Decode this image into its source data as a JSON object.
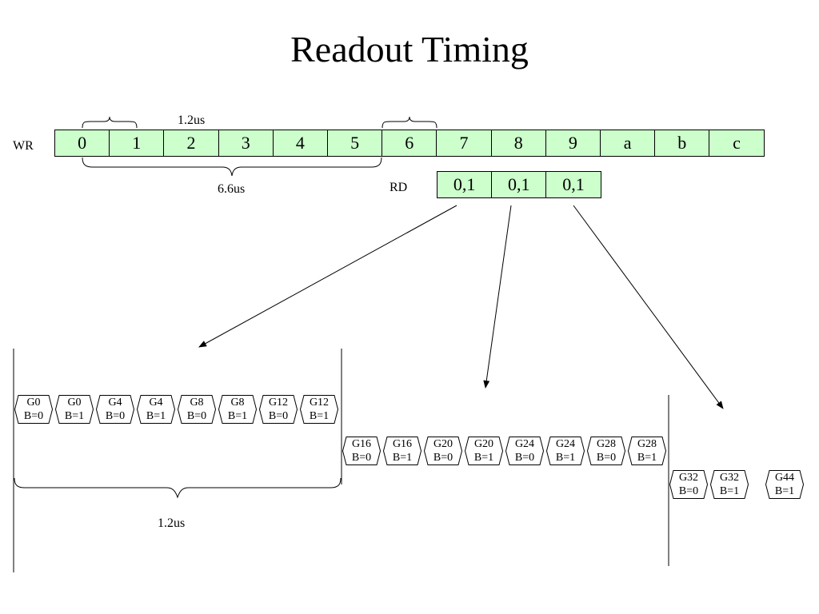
{
  "title": "Readout Timing",
  "wr": {
    "label": "WR",
    "cells": [
      "0",
      "1",
      "2",
      "3",
      "4",
      "5",
      "6",
      "7",
      "8",
      "9",
      "a",
      "b",
      "c"
    ]
  },
  "rd": {
    "label": "RD",
    "cells": [
      "0,1",
      "0,1",
      "0,1"
    ]
  },
  "annotations": {
    "top_brace": "1.2us",
    "wr_span_brace": "6.6us",
    "group_brace": "1.2us"
  },
  "groups": {
    "row1": [
      {
        "g": "G0",
        "b": "B=0"
      },
      {
        "g": "G0",
        "b": "B=1"
      },
      {
        "g": "G4",
        "b": "B=0"
      },
      {
        "g": "G4",
        "b": "B=1"
      },
      {
        "g": "G8",
        "b": "B=0"
      },
      {
        "g": "G8",
        "b": "B=1"
      },
      {
        "g": "G12",
        "b": "B=0"
      },
      {
        "g": "G12",
        "b": "B=1"
      }
    ],
    "row2": [
      {
        "g": "G16",
        "b": "B=0"
      },
      {
        "g": "G16",
        "b": "B=1"
      },
      {
        "g": "G20",
        "b": "B=0"
      },
      {
        "g": "G20",
        "b": "B=1"
      },
      {
        "g": "G24",
        "b": "B=0"
      },
      {
        "g": "G24",
        "b": "B=1"
      },
      {
        "g": "G28",
        "b": "B=0"
      },
      {
        "g": "G28",
        "b": "B=1"
      }
    ],
    "row3": [
      {
        "g": "G32",
        "b": "B=0"
      },
      {
        "g": "G32",
        "b": "B=1"
      },
      {
        "g": "G44",
        "b": "B=1"
      }
    ]
  },
  "colors": {
    "cell_fill": "#ccffcc",
    "stroke": "#000000"
  }
}
